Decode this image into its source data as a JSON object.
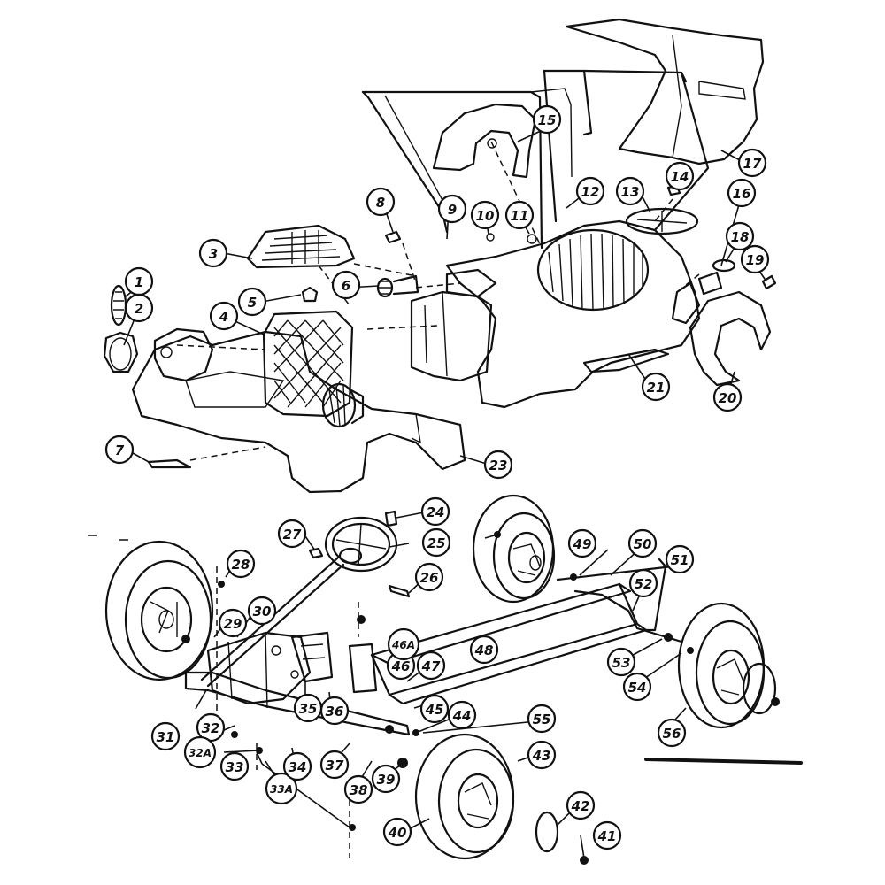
{
  "callouts": [
    {
      "label": "1"
    },
    {
      "label": "2"
    },
    {
      "label": "3"
    },
    {
      "label": "4"
    },
    {
      "label": "5"
    },
    {
      "label": "6"
    },
    {
      "label": "7"
    },
    {
      "label": "8"
    },
    {
      "label": "9"
    },
    {
      "label": "10"
    },
    {
      "label": "11"
    },
    {
      "label": "12"
    },
    {
      "label": "13"
    },
    {
      "label": "14"
    },
    {
      "label": "15"
    },
    {
      "label": "16"
    },
    {
      "label": "17"
    },
    {
      "label": "18"
    },
    {
      "label": "19"
    },
    {
      "label": "20"
    },
    {
      "label": "21"
    },
    {
      "label": "23"
    },
    {
      "label": "24"
    },
    {
      "label": "25"
    },
    {
      "label": "26"
    },
    {
      "label": "27"
    },
    {
      "label": "28"
    },
    {
      "label": "29"
    },
    {
      "label": "30"
    },
    {
      "label": "31"
    },
    {
      "label": "32"
    },
    {
      "label": "32A"
    },
    {
      "label": "33"
    },
    {
      "label": "33A"
    },
    {
      "label": "34"
    },
    {
      "label": "35"
    },
    {
      "label": "36"
    },
    {
      "label": "37"
    },
    {
      "label": "38"
    },
    {
      "label": "39"
    },
    {
      "label": "40"
    },
    {
      "label": "41"
    },
    {
      "label": "42"
    },
    {
      "label": "43"
    },
    {
      "label": "44"
    },
    {
      "label": "45"
    },
    {
      "label": "46"
    },
    {
      "label": "46A"
    },
    {
      "label": "47"
    },
    {
      "label": "48"
    },
    {
      "label": "49"
    },
    {
      "label": "50"
    },
    {
      "label": "51"
    },
    {
      "label": "52"
    },
    {
      "label": "53"
    },
    {
      "label": "54"
    },
    {
      "label": "55"
    },
    {
      "label": "56"
    }
  ],
  "colors": {
    "ink": "#111111",
    "paper": "#ffffff"
  }
}
